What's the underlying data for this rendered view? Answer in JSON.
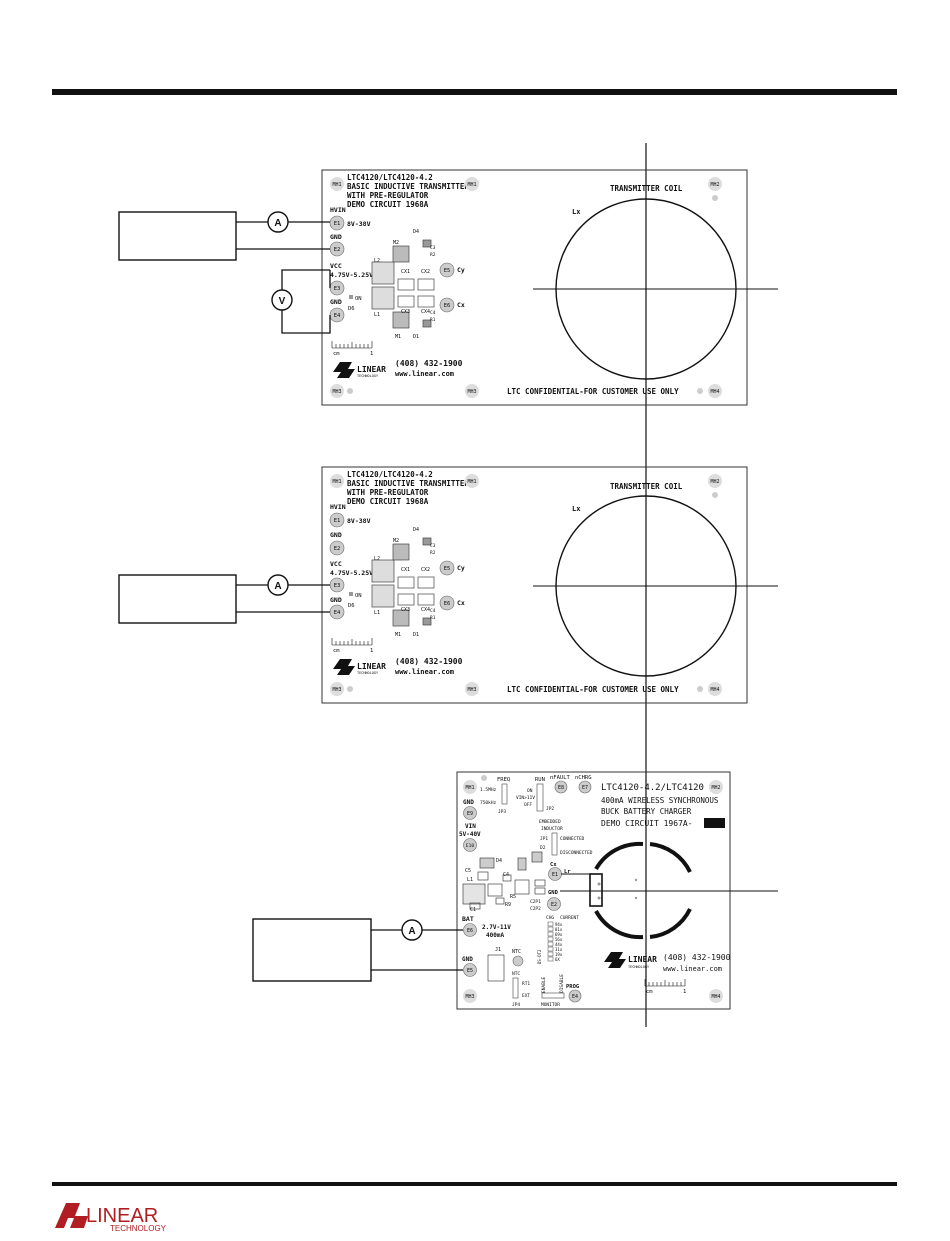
{
  "company": {
    "logo_text": "LINEAR",
    "logo_subtext": "TECHNOLOGY",
    "phone": "(408) 432-1900",
    "web": "www.linear.com"
  },
  "meters": {
    "ammeter": "A",
    "voltmeter": "V"
  },
  "scale": {
    "label": "cm",
    "value": "1"
  },
  "transmitter": {
    "title": [
      "LTC4120/LTC4120-4.2",
      "BASIC INDUCTIVE TRANSMITTER",
      "WITH PRE-REGULATOR",
      "DEMO CIRCUIT 1968A"
    ],
    "mounting_holes": [
      "MH1",
      "MH2",
      "MH3",
      "MH4"
    ],
    "coil_label": "TRANSMITTER COIL",
    "inductor_label": "Lx",
    "confidential": "LTC CONFIDENTIAL-FOR CUSTOMER USE ONLY",
    "terminals": {
      "E1": "E1",
      "E2": "E2",
      "E3": "E3",
      "E4": "E4",
      "E5": "E5",
      "E6": "E6"
    },
    "labels": {
      "hvin": "HVIN",
      "hvin_range": "8V-38V",
      "gnd": "GND",
      "vcc": "VCC",
      "vcc_range": "4.75V-5.25V",
      "on": "ON",
      "cy": "Cy",
      "cx": "Cx"
    },
    "parts": {
      "m2": "M2",
      "m1": "M1",
      "d4": "D4",
      "d1": "D1",
      "d6": "D6",
      "l1": "L1",
      "l2": "L2",
      "cx1": "CX1",
      "cx2": "CX2",
      "cx3": "CX3",
      "cx4": "CX4",
      "c3": "C3",
      "r2": "R2",
      "c4": "C4",
      "r1": "R1"
    }
  },
  "receiver": {
    "title": [
      "LTC4120-4.2/LTC4120",
      "400mA WIRELESS SYNCHRONOUS",
      "BUCK BATTERY CHARGER",
      "DEMO CIRCUIT 1967A-"
    ],
    "mounting_holes": [
      "MH1",
      "MH2",
      "MH3",
      "MH4"
    ],
    "terminals": {
      "E1": "E1",
      "E2": "E2",
      "E4": "E4",
      "E5": "E5",
      "E6": "E6",
      "E7": "E7",
      "E8": "E8",
      "E9": "E9",
      "E10": "E10"
    },
    "labels": {
      "freq": "FREQ",
      "freq_hi": "1.5MHz",
      "freq_lo": "750kHz",
      "jp3": "JP3",
      "run": "RUN",
      "on": "ON",
      "vin_gt_vin": "VIN>11V",
      "off": "OFF",
      "jp2": "JP2",
      "nfault": "nFAULT",
      "nchrg": "nCHRG",
      "gnd": "GND",
      "vin": "VIN",
      "vin_range": "5V-40V",
      "embedded": "EMBEDDED",
      "inductor": "INDUCTOR",
      "jp1": "JP1",
      "connected": "CONNECTED",
      "disconnected": "DISCONNECTED",
      "cx": "Cx",
      "lr": "Lr",
      "bat": "BAT",
      "bat_range": "2.7V-11V",
      "bat_current": "400mA",
      "ntc": "NTC",
      "ntc2": "NTC",
      "rt1": "RT1",
      "ext": "EXT",
      "jp4": "JP4",
      "prog": "PROG",
      "monitor": "MONITOR",
      "chg": "CHG",
      "current": "CURRENT",
      "enable": "ENABLE",
      "disable": "DISABLE",
      "ds": "DS-DT2",
      "currents": [
        "94x",
        "81x",
        "69x",
        "56x",
        "44x",
        "31x",
        "19x",
        "6X"
      ]
    },
    "parts": {
      "c5": "C5",
      "d4": "D4",
      "l1": "L1",
      "c1": "C1",
      "c3": "C3",
      "r5": "R5",
      "r9": "R9",
      "c4": "C4",
      "d2": "D2",
      "d3": "D3",
      "c2d1": "C2D1",
      "c2s2": "C2S2",
      "c2p1": "C2P1",
      "c2p2": "C2P2",
      "j1": "J1"
    }
  }
}
